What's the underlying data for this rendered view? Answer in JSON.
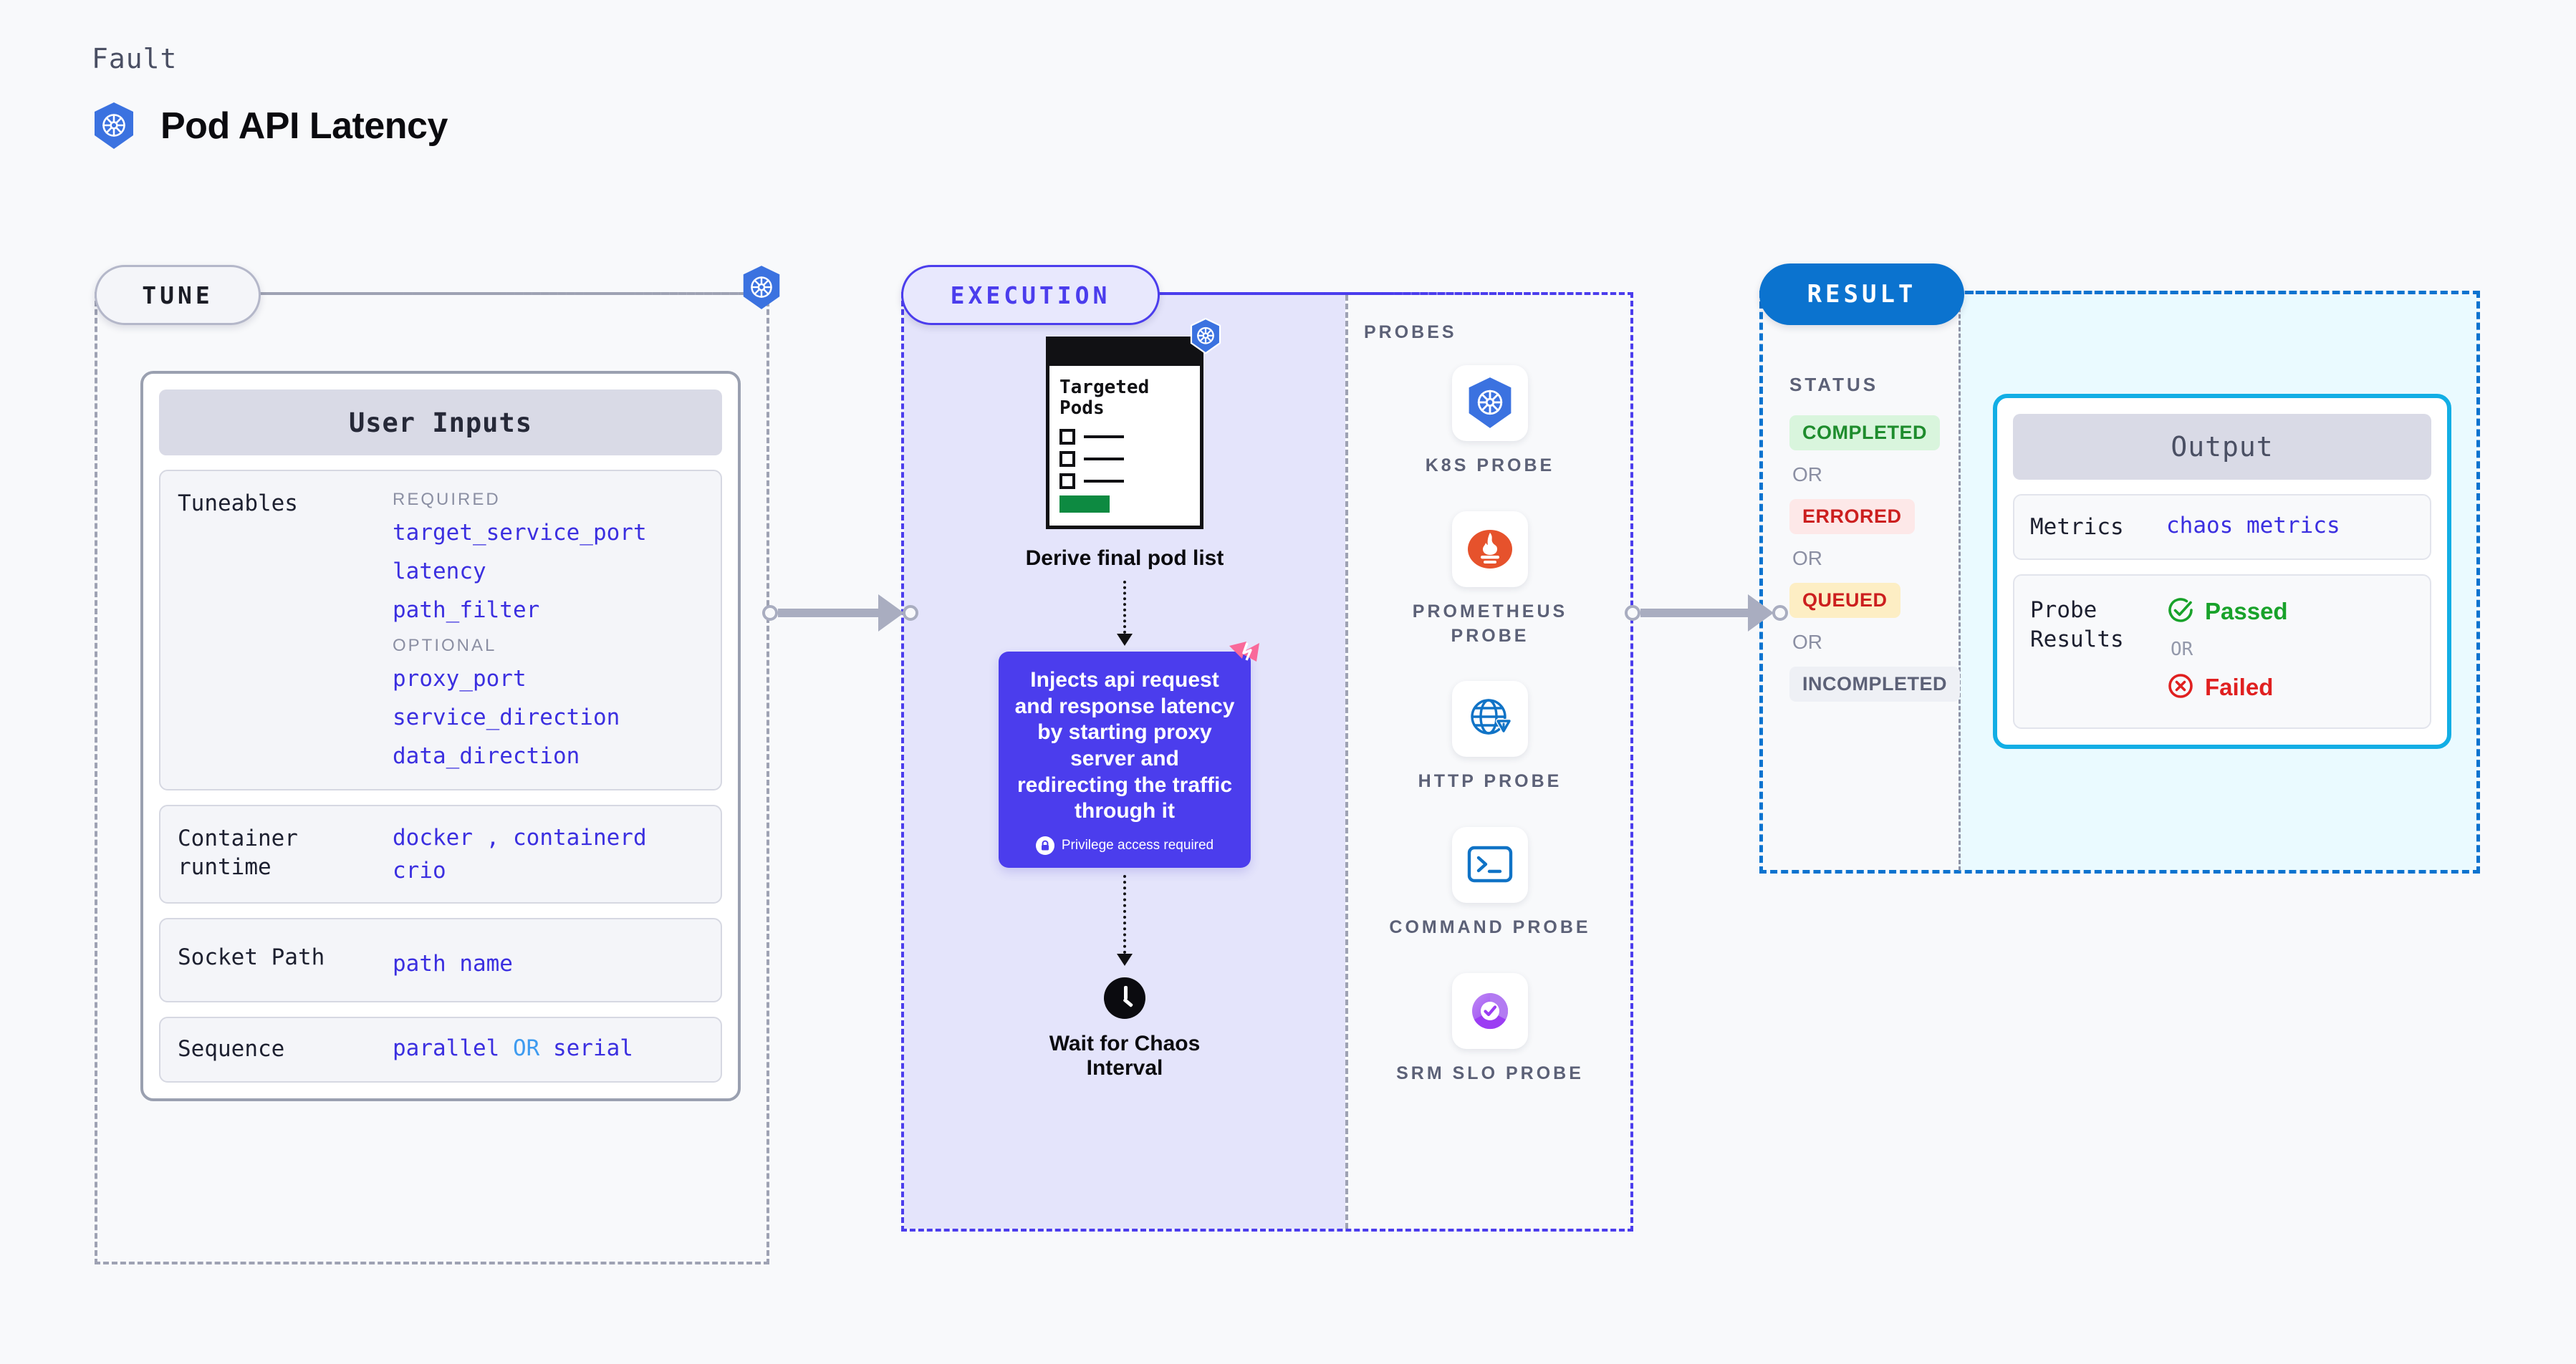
{
  "header": {
    "eyebrow": "Fault",
    "title": "Pod API Latency",
    "icon": "kubernetes-icon"
  },
  "stages": {
    "tune": {
      "label": "TUNE"
    },
    "execution": {
      "label": "EXECUTION"
    },
    "result": {
      "label": "RESULT"
    }
  },
  "tune": {
    "card_title": "User Inputs",
    "blocks": [
      {
        "key": "Tuneables",
        "groups": [
          {
            "label": "REQUIRED",
            "values": [
              "target_service_port",
              "latency",
              "path_filter"
            ]
          },
          {
            "label": "OPTIONAL",
            "values": [
              "proxy_port",
              "service_direction",
              "data_direction"
            ]
          }
        ]
      },
      {
        "key": "Container runtime",
        "line1_a": "docker",
        "line1_sep": ",",
        "line1_b": "containerd",
        "line2": "crio"
      },
      {
        "key": "Socket Path",
        "value": "path name"
      },
      {
        "key": "Sequence",
        "value_a": "parallel",
        "value_or": "OR",
        "value_b": "serial"
      }
    ]
  },
  "execution": {
    "pods_card": {
      "title": "Targeted Pods",
      "icon": "kubernetes-icon",
      "rows": 3
    },
    "step1_label": "Derive final pod list",
    "inject": {
      "text": "Injects api request and response latency by starting proxy server and redirecting the traffic through it",
      "privilege_note": "Privilege access required",
      "privilege_icon": "lock-icon",
      "corner_icon": "chaos-icon",
      "color": "#4b3ded"
    },
    "wait": {
      "icon": "clock-icon",
      "label": "Wait for Chaos Interval"
    }
  },
  "probes": {
    "heading": "PROBES",
    "items": [
      {
        "label": "K8S PROBE",
        "icon": "kubernetes-icon"
      },
      {
        "label": "PROMETHEUS PROBE",
        "icon": "prometheus-icon"
      },
      {
        "label": "HTTP PROBE",
        "icon": "http-globe-warning-icon"
      },
      {
        "label": "COMMAND PROBE",
        "icon": "terminal-icon"
      },
      {
        "label": "SRM SLO PROBE",
        "icon": "srm-slo-icon"
      }
    ]
  },
  "result": {
    "status_heading": "STATUS",
    "or_label": "OR",
    "statuses": [
      {
        "label": "COMPLETED",
        "bg": "#d9f5dd",
        "fg": "#1e8c2d"
      },
      {
        "label": "ERRORED",
        "bg": "#fde8e8",
        "fg": "#cc1f1f"
      },
      {
        "label": "QUEUED",
        "bg": "#fdeec4",
        "fg": "#cc1f1f"
      },
      {
        "label": "INCOMPLETED",
        "bg": "#eef0f5",
        "fg": "#5c6177"
      }
    ],
    "output": {
      "title": "Output",
      "metrics_key": "Metrics",
      "metrics_value": "chaos metrics",
      "probe_key": "Probe Results",
      "passed": "Passed",
      "failed": "Failed",
      "or_label": "OR",
      "passed_icon": "check-circle-icon",
      "failed_icon": "x-circle-icon",
      "accent": "#12aee5"
    }
  }
}
